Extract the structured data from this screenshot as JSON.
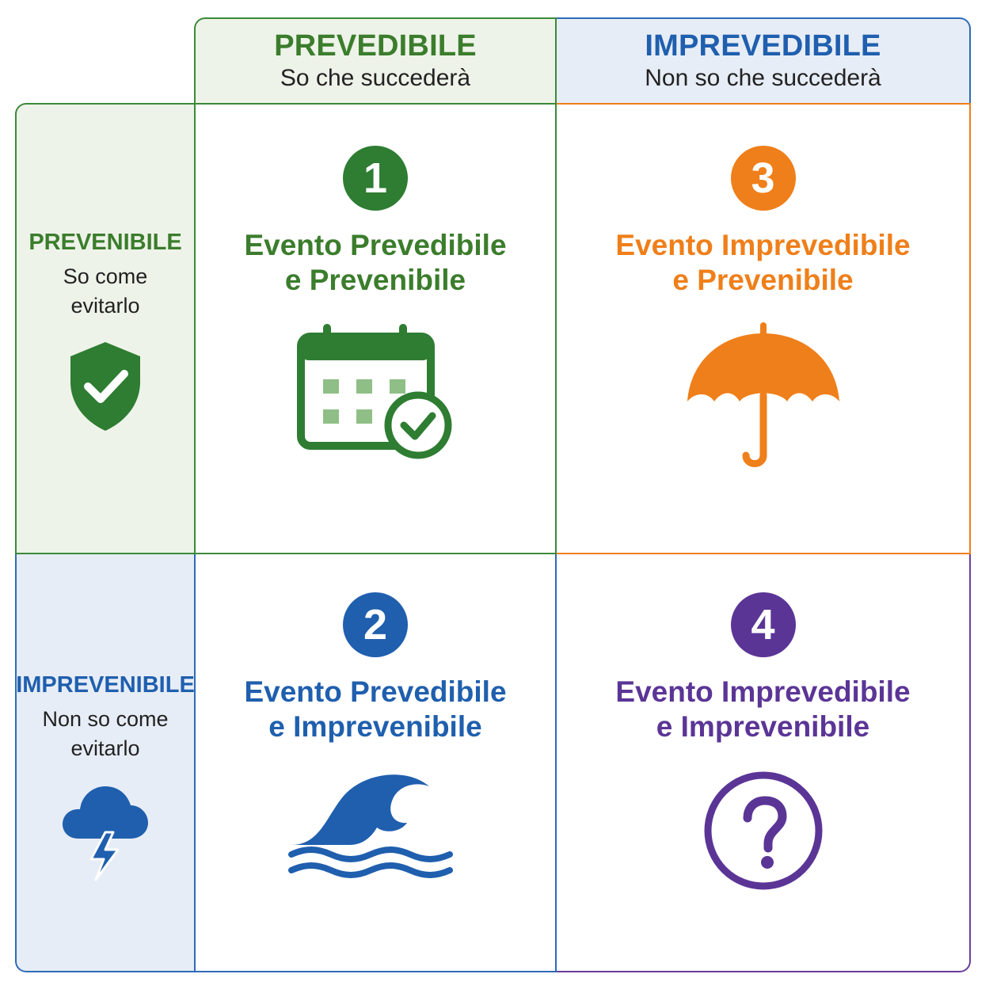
{
  "colors": {
    "green": "#2e7d32",
    "blue": "#1f5fae",
    "orange": "#ef7f1a",
    "purple": "#5b3596"
  },
  "columns": [
    {
      "title": "PREVEDIBILE",
      "subtitle": "So che succederà"
    },
    {
      "title": "IMPREVEDIBILE",
      "subtitle": "Non so che succederà"
    }
  ],
  "rows": [
    {
      "title": "PREVENIBILE",
      "subtitle": "So come evitarlo",
      "icon": "shield-check-icon"
    },
    {
      "title": "IMPREVENIBILE",
      "subtitle": "Non so come evitarlo",
      "icon": "storm-cloud-icon"
    }
  ],
  "cells": [
    {
      "number": "1",
      "title_line1": "Evento Prevedibile",
      "title_line2": "e Prevenibile",
      "icon": "calendar-check-icon"
    },
    {
      "number": "2",
      "title_line1": "Evento Prevedibile",
      "title_line2": "e Imprevenibile",
      "icon": "wave-icon"
    },
    {
      "number": "3",
      "title_line1": "Evento Imprevedibile",
      "title_line2": "e Prevenibile",
      "icon": "umbrella-icon"
    },
    {
      "number": "4",
      "title_line1": "Evento Imprevedibile",
      "title_line2": "e Imprevenibile",
      "icon": "question-circle-icon"
    }
  ]
}
